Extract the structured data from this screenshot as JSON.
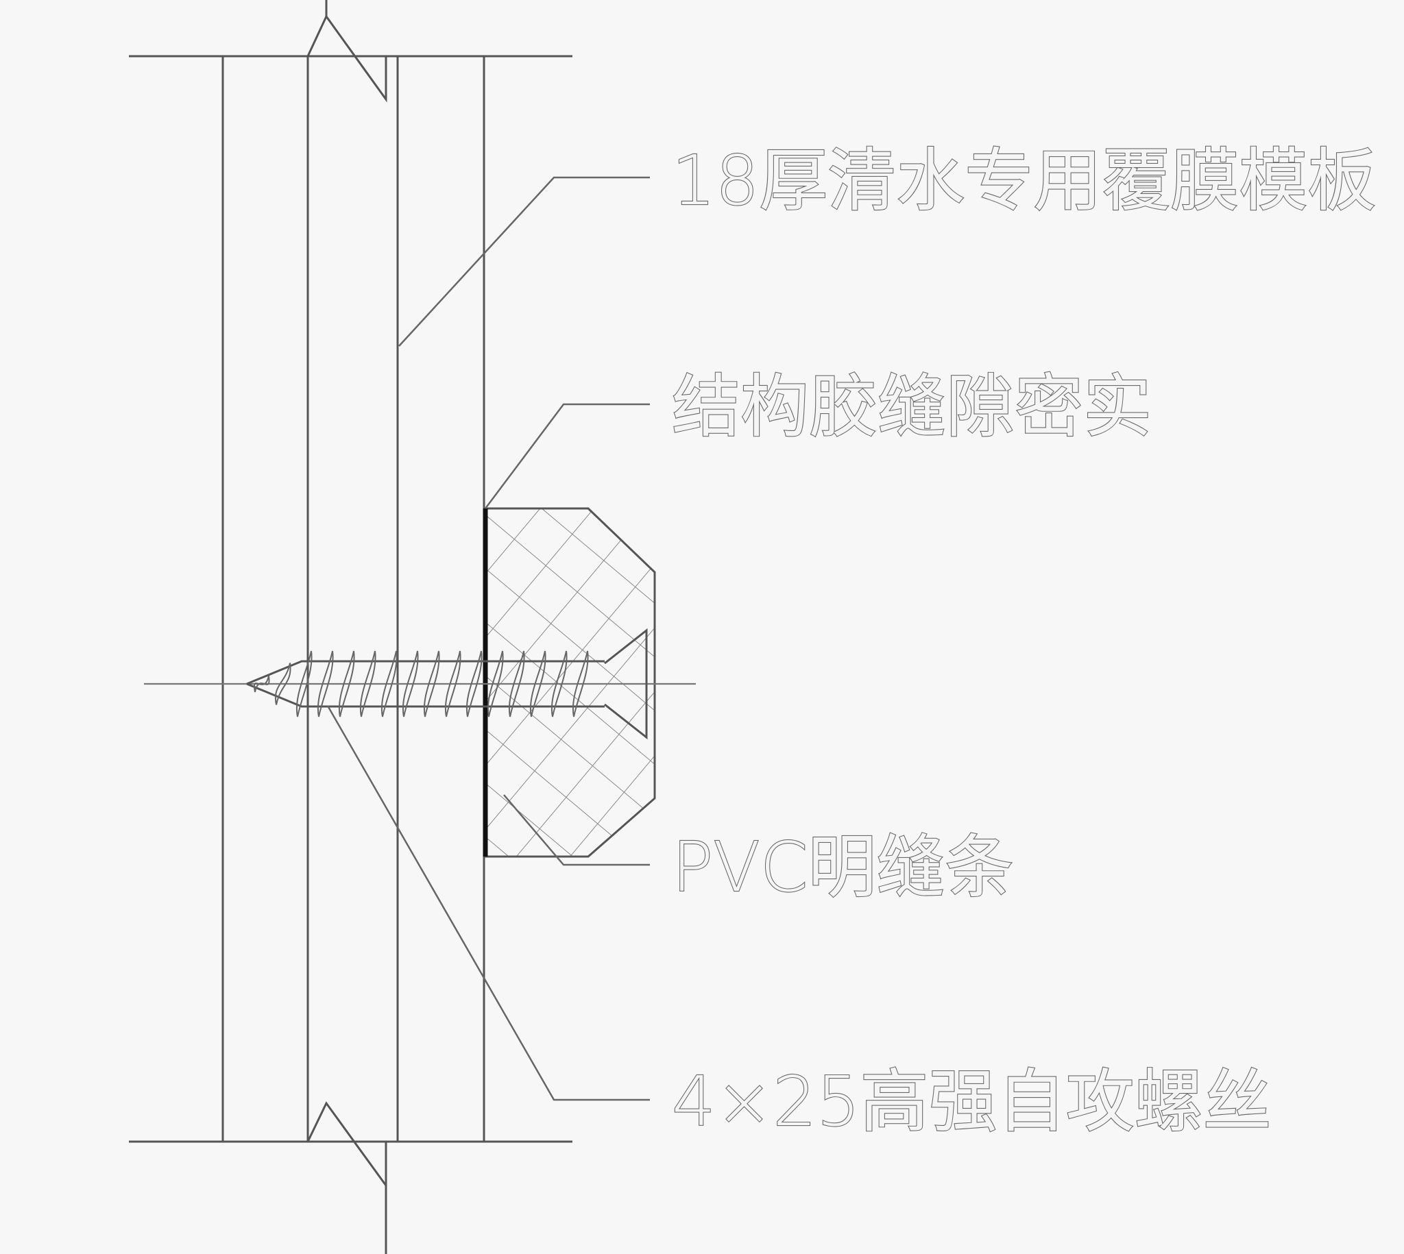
{
  "drawing": {
    "labels": {
      "formwork": "18厚清水专用覆膜模板",
      "glue": "结构胶缝隙密实",
      "pvc_strip": "PVC明缝条",
      "screw": "4×25高强自攻螺丝"
    }
  }
}
